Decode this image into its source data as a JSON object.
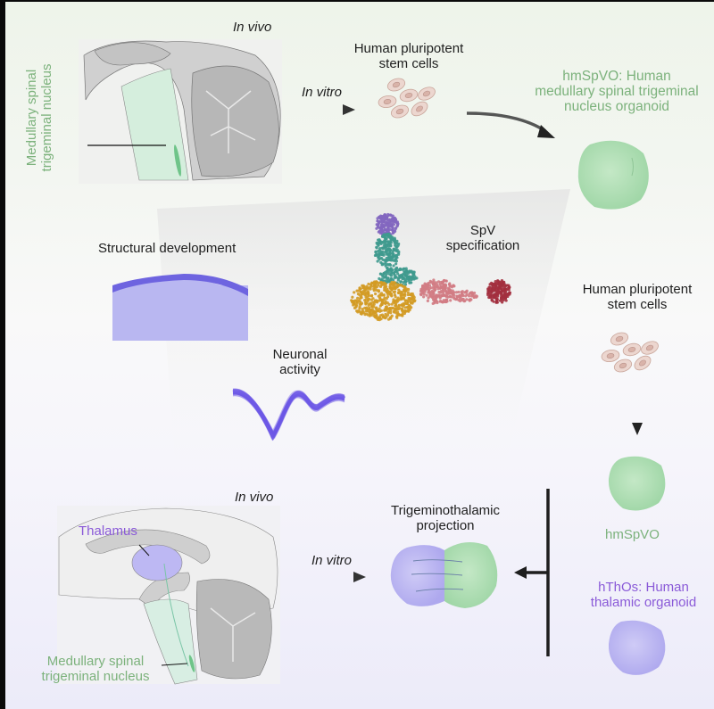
{
  "colors": {
    "green_label": "#7cb27c",
    "purple_label": "#8a5ad8",
    "organoid_green": "#a8dcae",
    "organoid_purple": "#b8b4f2",
    "umap_purple": "#8367c0",
    "umap_teal": "#3f9a8e",
    "umap_gold": "#d39b25",
    "umap_pink": "#d27c84",
    "umap_maroon": "#a3303f"
  },
  "top": {
    "in_vivo": "In vivo",
    "in_vitro": "In vitro",
    "brain_label_line1": "Medullary spinal",
    "brain_label_line2": "trigeminal nucleus",
    "hpsc_line1": "Human pluripotent",
    "hpsc_line2": "stem cells",
    "organoid_line1": "hmSpVO: Human",
    "organoid_line2": "medullary spinal trigeminal",
    "organoid_line3": "nucleus organoid"
  },
  "middle": {
    "structural_development": "Structural development",
    "spv_line1": "SpV",
    "spv_line2": "specification",
    "neuronal_line1": "Neuronal",
    "neuronal_line2": "activity",
    "hpsc_line1": "Human pluripotent",
    "hpsc_line2": "stem cells"
  },
  "bottom": {
    "in_vivo": "In vivo",
    "in_vitro": "In vitro",
    "thalamus": "Thalamus",
    "brain_label_line1": "Medullary spinal",
    "brain_label_line2": "trigeminal nucleus",
    "projection_line1": "Trigeminothalamic",
    "projection_line2": "projection",
    "hmspvo": "hmSpVO",
    "hthos_line1": "hThOs: Human",
    "hthos_line2": "thalamic organoid"
  }
}
